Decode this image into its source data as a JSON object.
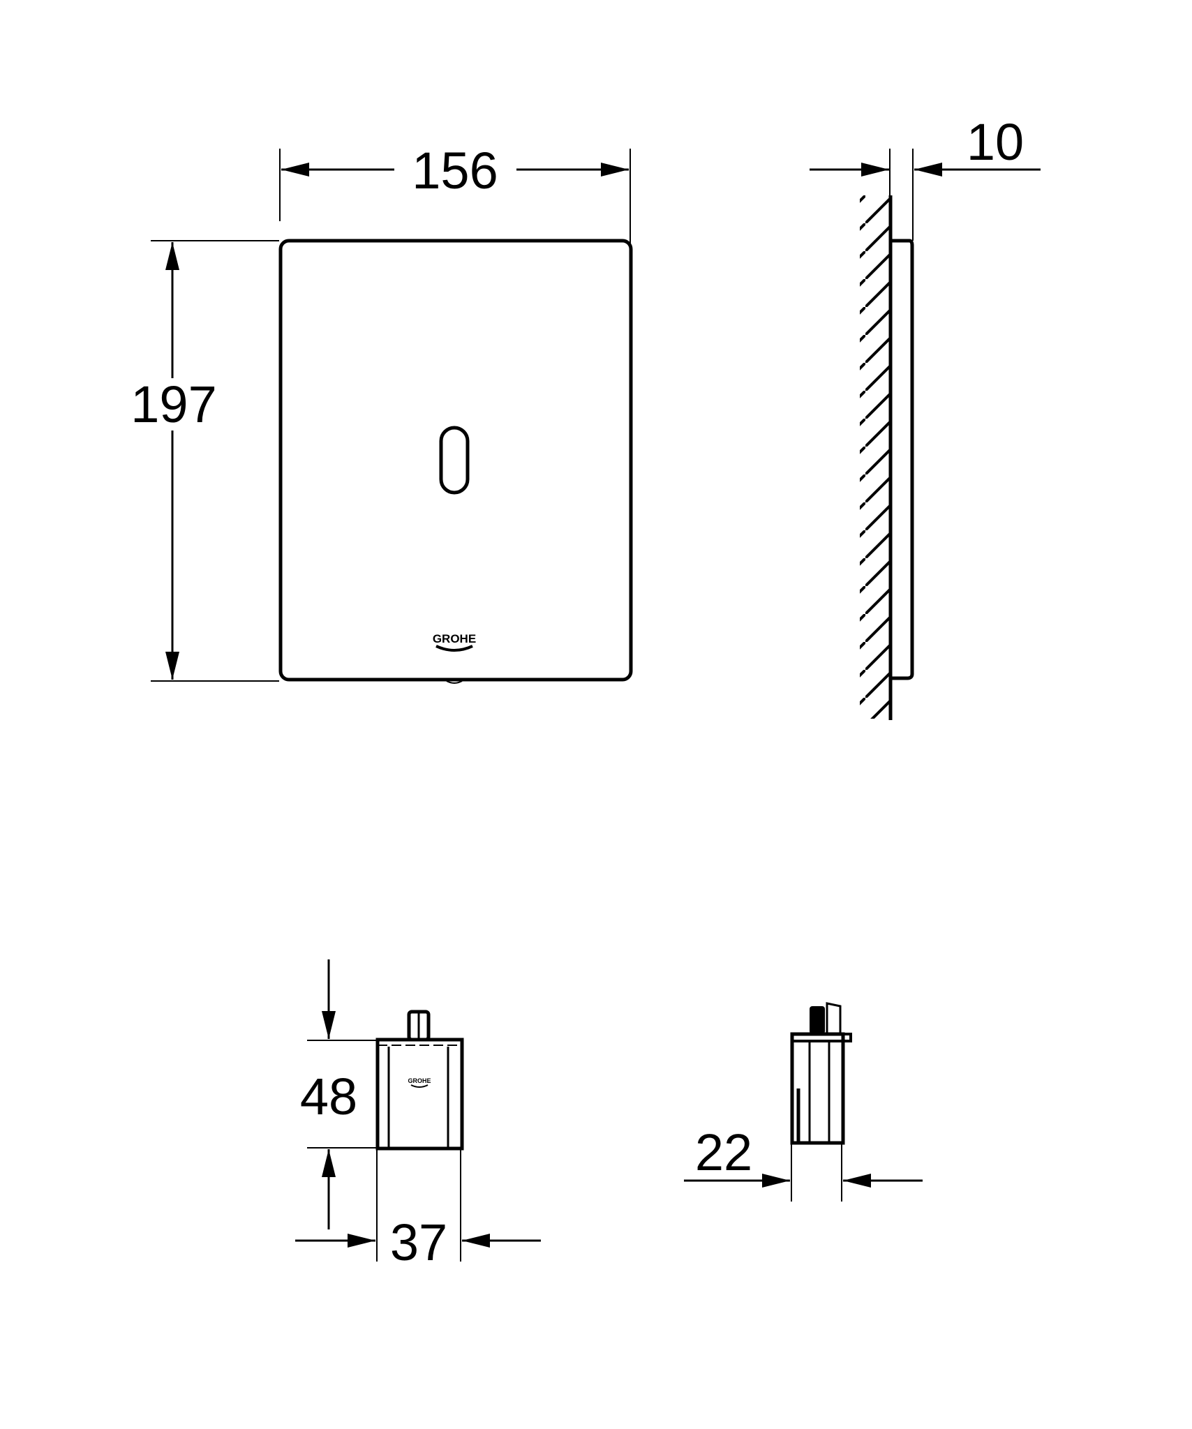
{
  "drawing": {
    "type": "technical dimension drawing",
    "units": "mm",
    "stroke_color": "#000000",
    "background": "#ffffff"
  },
  "front_view": {
    "width_label": "156",
    "height_label": "197",
    "logo_text": "GROHE"
  },
  "side_view": {
    "depth_label": "10"
  },
  "module_front": {
    "height_label": "48",
    "width_label": "37",
    "logo_text": "GROHE"
  },
  "module_side": {
    "depth_label": "22"
  }
}
